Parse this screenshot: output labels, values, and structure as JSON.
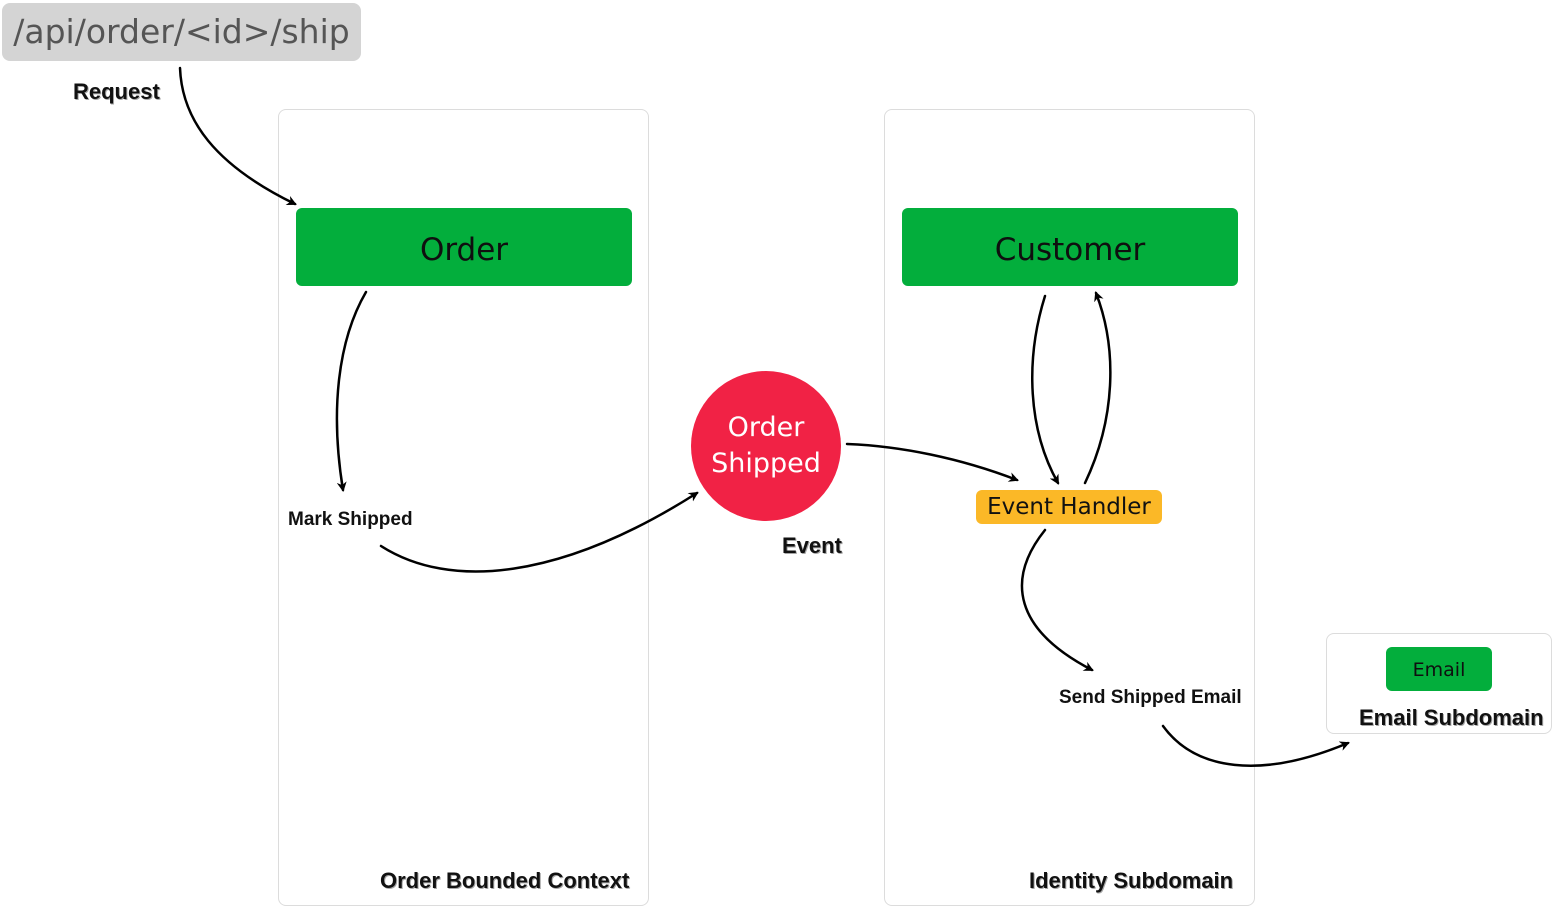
{
  "request": {
    "endpoint": "/api/order/<id>/ship",
    "label": "Request"
  },
  "order_context": {
    "entity": "Order",
    "action": "Mark Shipped",
    "title": "Order Bounded Context"
  },
  "event": {
    "name": "Order\nShipped",
    "label": "Event"
  },
  "identity_subdomain": {
    "entity": "Customer",
    "handler": "Event Handler",
    "action": "Send Shipped Email",
    "title": "Identity Subdomain"
  },
  "email_subdomain": {
    "entity": "Email",
    "title": "Email Subdomain"
  },
  "colors": {
    "entity_green": "#03ae3c",
    "event_red": "#f12245",
    "handler_yellow": "#fbb827",
    "request_gray": "#d4d4d4"
  }
}
